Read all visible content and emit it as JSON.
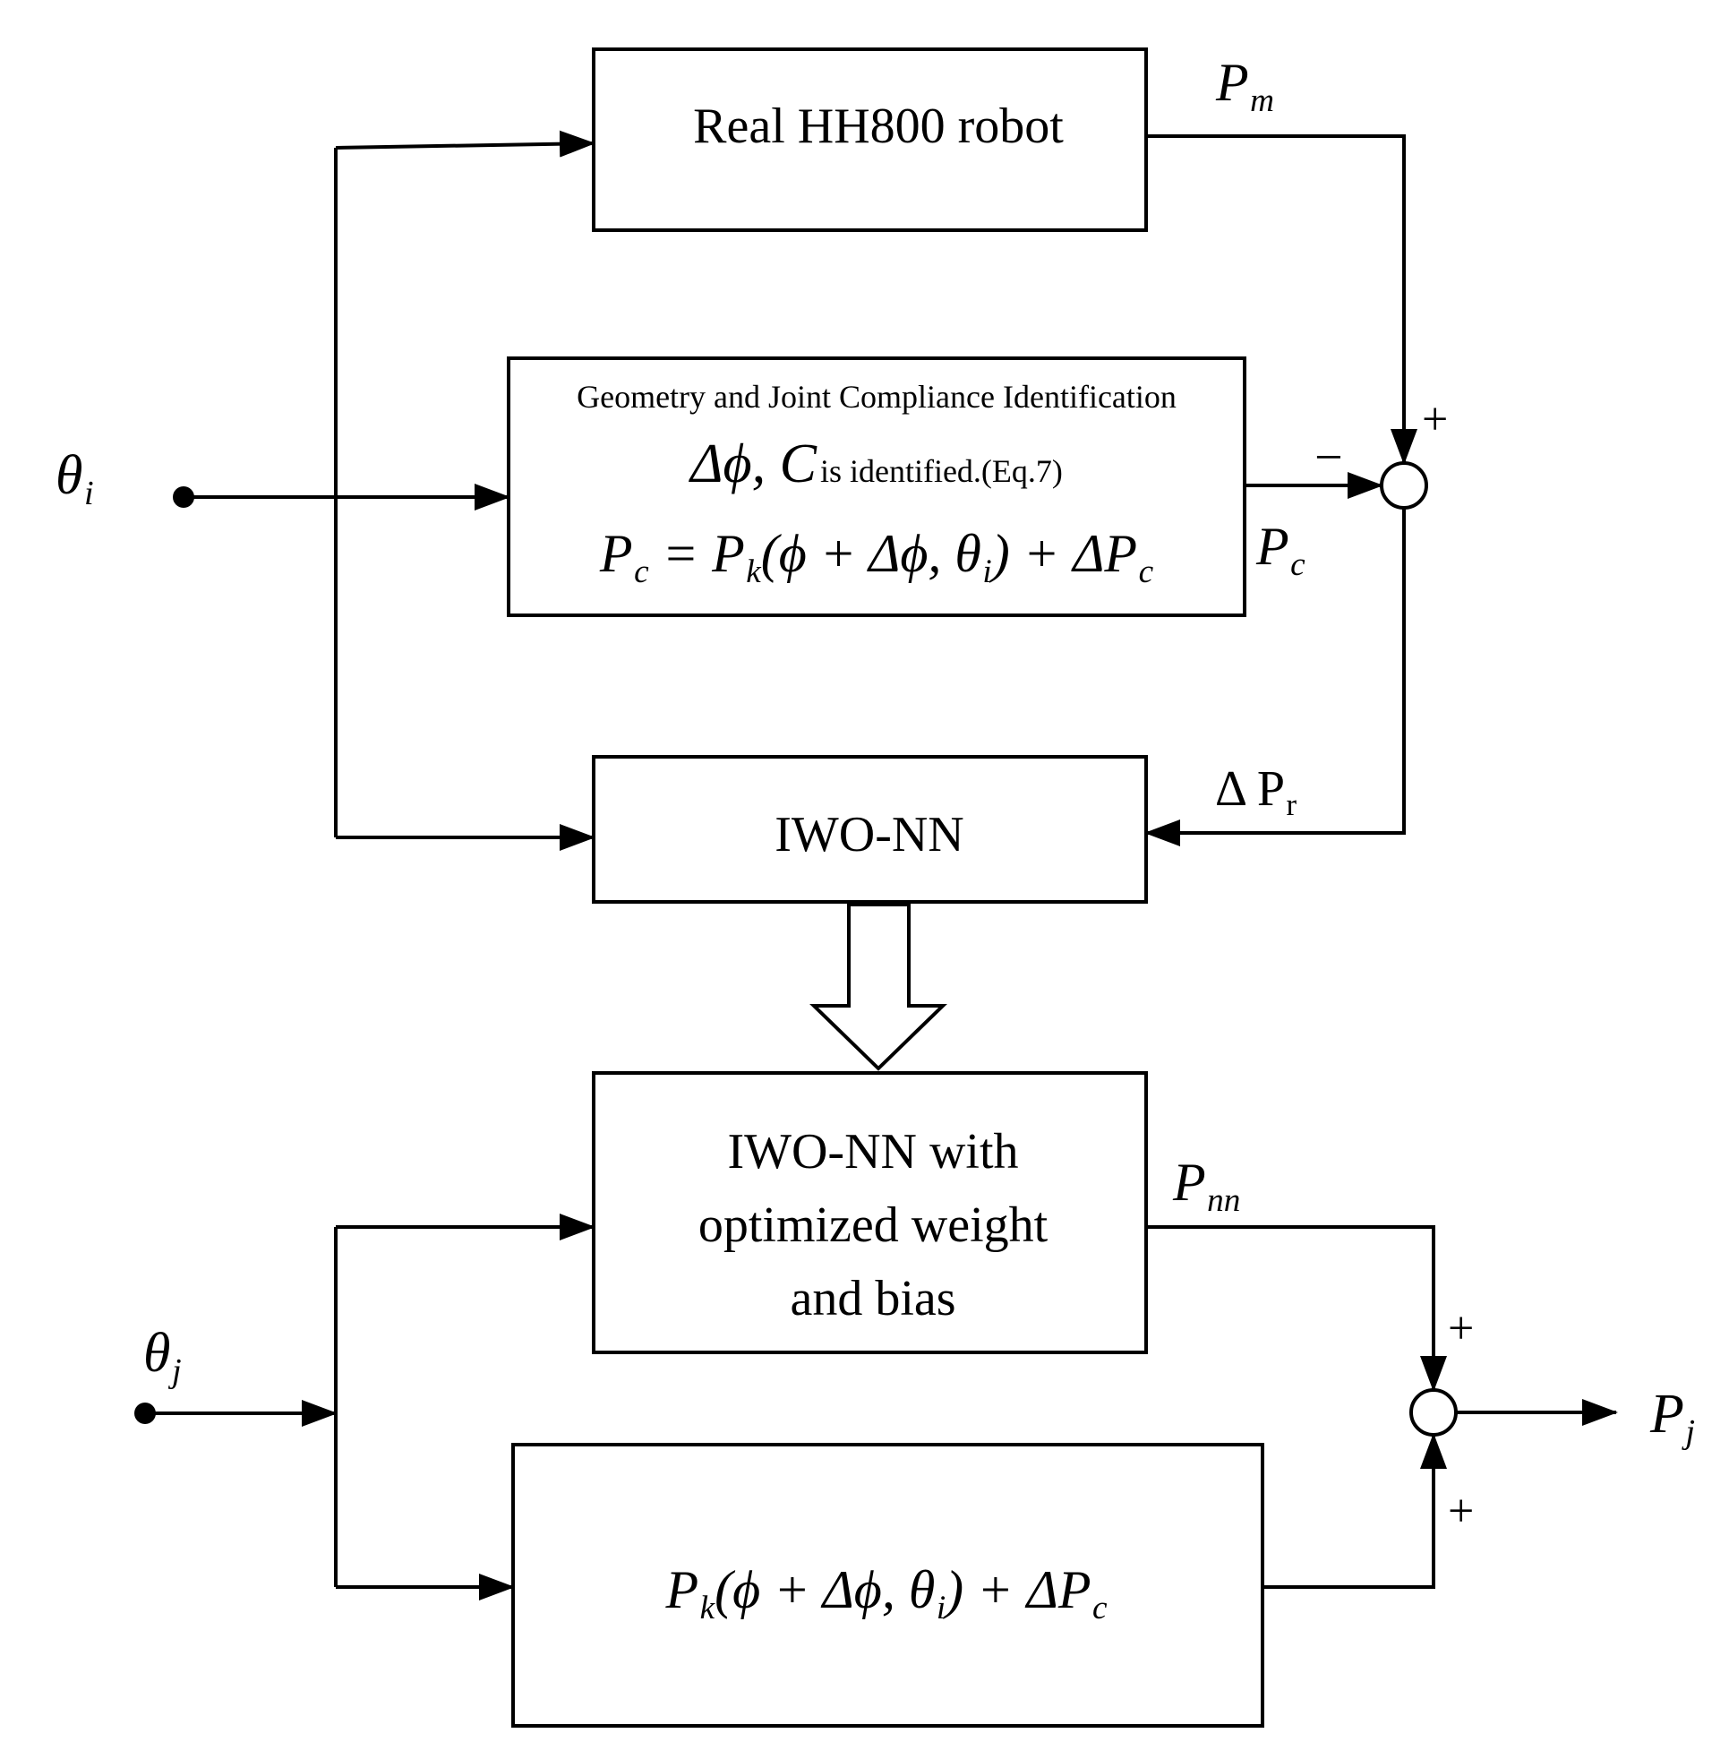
{
  "blocks": {
    "real_robot": "Real HH800 robot",
    "identification": {
      "title": "Geometry and Joint Compliance Identification",
      "identified_symbols": "Δϕ, C",
      "identified_note": "is identified.(Eq.7)",
      "equation_lhs": "P",
      "equation_lhs_sub": "c",
      "equation_rhs_1": "= P",
      "equation_rhs_1_sub": "k",
      "equation_rhs_2": "(ϕ + Δϕ, θ",
      "equation_rhs_2_sub": "i",
      "equation_rhs_3": ") + ΔP",
      "equation_rhs_3_sub": "c"
    },
    "iwo_nn": "IWO-NN",
    "iwo_nn_optimized": [
      "IWO-NN with",
      "optimized weight",
      "and bias"
    ],
    "kinematic_model": {
      "part_1": "P",
      "part_1_sub": "k",
      "part_2": "(ϕ + Δϕ, θ",
      "part_2_sub": "i",
      "part_3": ") + ΔP",
      "part_3_sub": "c"
    }
  },
  "signals": {
    "theta_i": {
      "base": "θ",
      "sub": "i"
    },
    "theta_j": {
      "base": "θ",
      "sub": "j"
    },
    "p_m": {
      "base": "P",
      "sub": "m"
    },
    "p_c": {
      "base": "P",
      "sub": "c"
    },
    "delta_p_r": {
      "base": "Δ P",
      "sub": "r"
    },
    "p_nn": {
      "base": "P",
      "sub": "nn"
    },
    "p_j": {
      "base": "P",
      "sub": "j"
    }
  },
  "signs": {
    "top_plus": "+",
    "top_minus": "−",
    "bottom_plus_top": "+",
    "bottom_plus_bottom": "+"
  }
}
